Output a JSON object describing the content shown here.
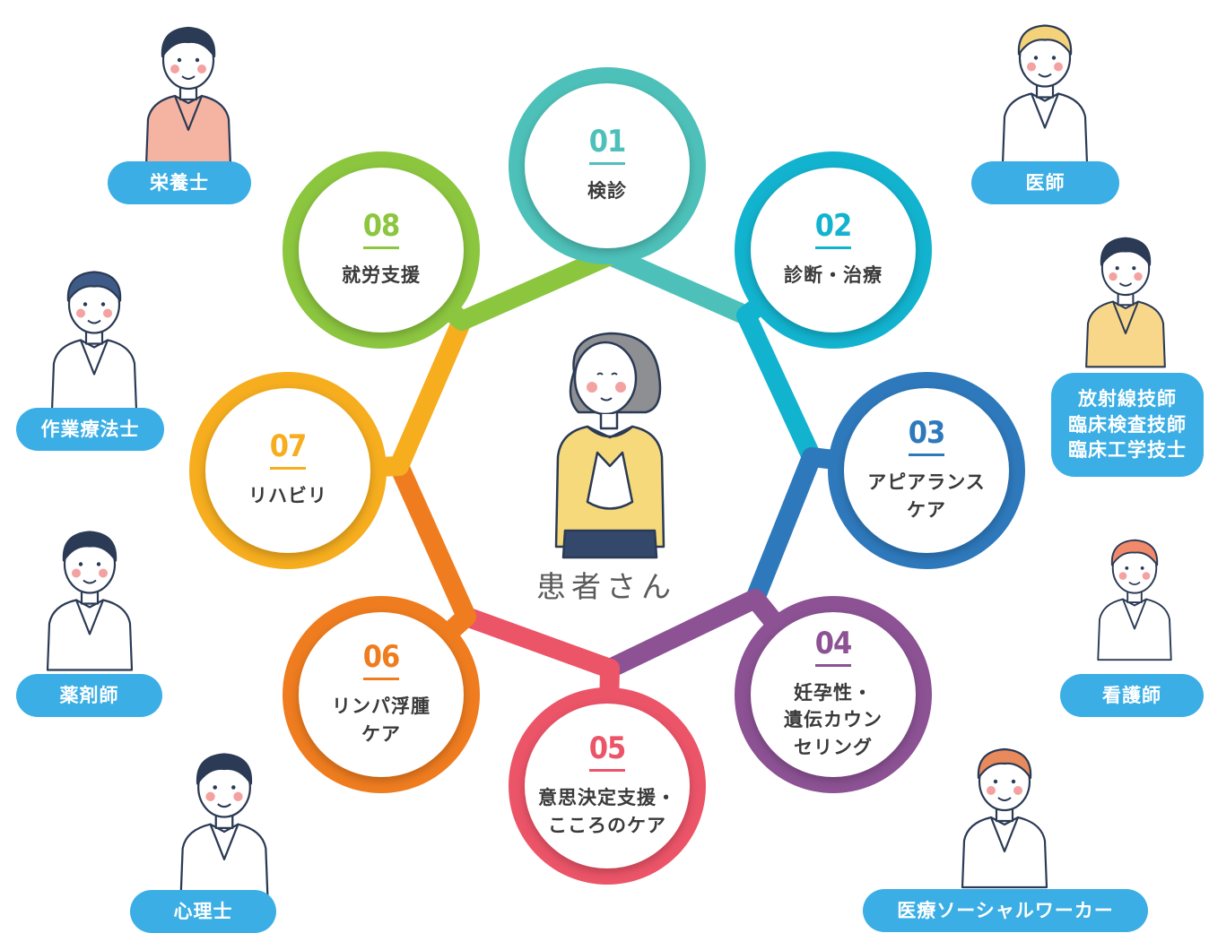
{
  "center": {
    "label": "患者さん"
  },
  "steps": [
    {
      "num": "01",
      "label": "検診",
      "color": "#4dc1b9"
    },
    {
      "num": "02",
      "label": "診断・治療",
      "color": "#12b3cf"
    },
    {
      "num": "03",
      "label": "アピアランス\nケア",
      "color": "#2e79bc"
    },
    {
      "num": "04",
      "label": "妊孕性・\n遺伝カウン\nセリング",
      "color": "#8c5294"
    },
    {
      "num": "05",
      "label": "意思決定支援・\nこころのケア",
      "color": "#ec5468"
    },
    {
      "num": "06",
      "label": "リンパ浮腫\nケア",
      "color": "#ef7c1f"
    },
    {
      "num": "07",
      "label": "リハビリ",
      "color": "#f6ad1e"
    },
    {
      "num": "08",
      "label": "就労支援",
      "color": "#8cc63f"
    }
  ],
  "roles": [
    {
      "label": "栄養士"
    },
    {
      "label": "医師"
    },
    {
      "label": "作業療法士"
    },
    {
      "label": "放射線技師\n臨床検査技師\n臨床工学技士"
    },
    {
      "label": "薬剤師"
    },
    {
      "label": "看護師"
    },
    {
      "label": "心理士"
    },
    {
      "label": "医療ソーシャルワーカー"
    }
  ],
  "colors": {
    "role_badge": "#3aaee5",
    "text": "#3a3a3a",
    "outline": "#2b3a55"
  }
}
